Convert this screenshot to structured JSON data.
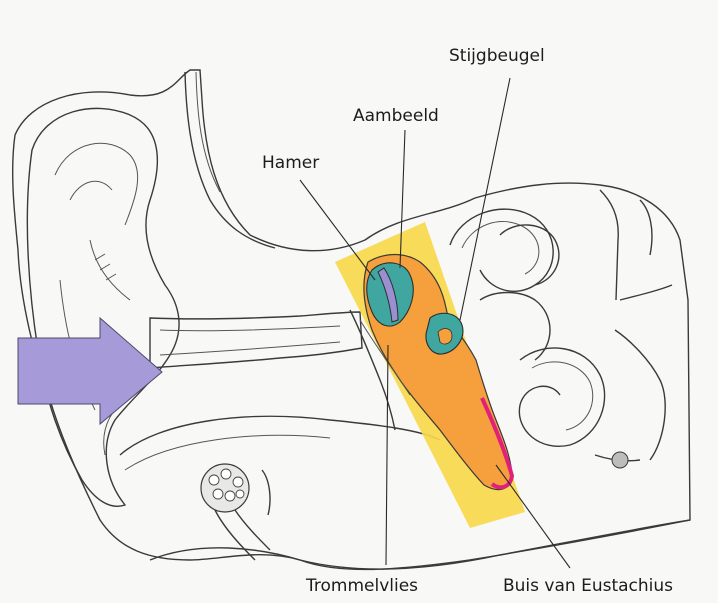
{
  "labels": {
    "stijgbeugel": "Stijgbeugel",
    "aambeeld": "Aambeeld",
    "hamer": "Hamer",
    "trommelvlies": "Trommelvlies",
    "buis": "Buis van Eustachius"
  },
  "colors": {
    "tissue": "#d6d6d6",
    "canal": "#e1e1e1",
    "highlight_band": "#f7d84a",
    "middle_ear_cavity": "#f5a03c",
    "ossicles": "#3fa7a0",
    "hammer_handle": "#9a8fd0",
    "eustachian_edge": "#e0207a",
    "sound_arrow": "#a79ad8"
  }
}
